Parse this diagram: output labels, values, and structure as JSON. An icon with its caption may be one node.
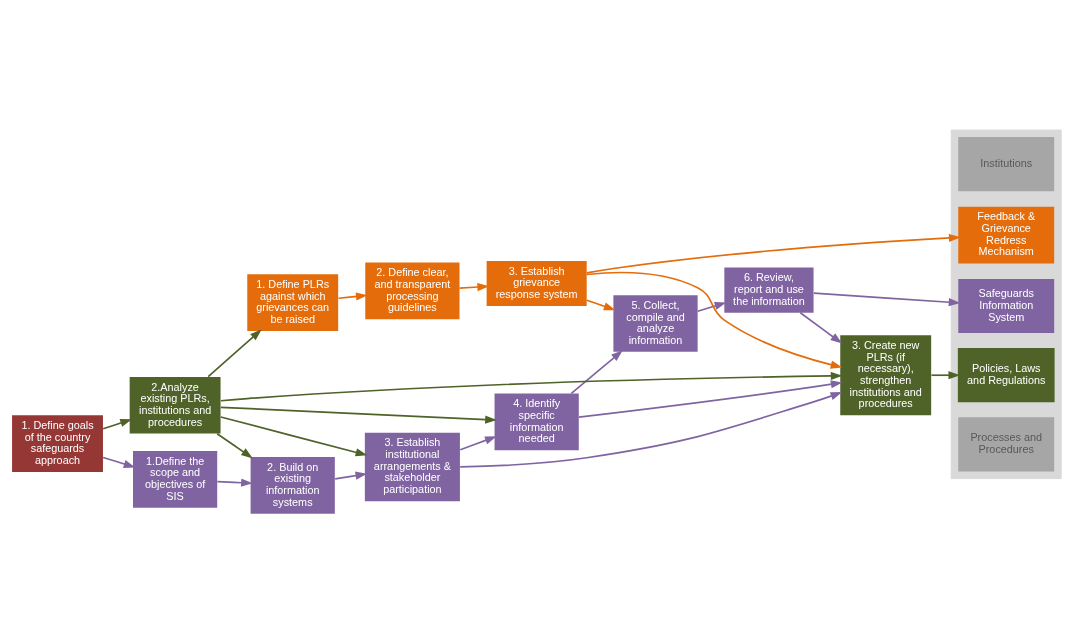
{
  "diagram": {
    "nodes": [
      {
        "text": [
          "1. Define goals of the country safeguards approach"
        ]
      },
      {
        "text": [
          "1.Define the scope and objectives of SIS"
        ]
      },
      {
        "text": [
          "2. Build on existing information systems"
        ]
      },
      {
        "text": [
          "3. Establish institutional arrangements & stakeholder participation"
        ]
      },
      {
        "text": [
          "4. Identify specific information needed"
        ]
      },
      {
        "text": [
          "5. Collect, compile and analyze information"
        ]
      },
      {
        "text": [
          "6. Review, report and use the information"
        ]
      },
      {
        "text": [
          "2.Analyze existing PLRs, institutions and procedures"
        ]
      },
      {
        "text": [
          "3. Create new PLRs (if necessary), strengthen institutions and procedures"
        ]
      },
      {
        "text": [
          "1. Define PLRs against which grievances can be raised"
        ]
      },
      {
        "text": [
          "2. Define clear, and transparent processing guidelines"
        ]
      },
      {
        "text": [
          "3. Establish grievance response system"
        ]
      },
      {
        "text": [],
        "shape": "box"
      },
      {
        "text": [
          "Institutions"
        ],
        "in": 12
      },
      {
        "text": [
          "Safeguards Information System"
        ],
        "in": 12
      },
      {
        "text": [
          "Policies, Laws and Regulations"
        ],
        "in": 12
      },
      {
        "text": [
          "Feedback & Grievance Redress Mechanism"
        ],
        "in": 12
      },
      {
        "text": [
          "Processes and Procedures"
        ],
        "in": 12
      }
    ],
    "edges": [
      {
        "from": 0,
        "to": 1,
        "arrow": "to"
      },
      {
        "from": 1,
        "to": 2,
        "arrow": "to"
      },
      {
        "from": 2,
        "to": 3,
        "arrow": "to"
      },
      {
        "from": 3,
        "to": 4,
        "arrow": "to"
      },
      {
        "from": 4,
        "to": 5,
        "arrow": "to"
      },
      {
        "from": 5,
        "to": 6,
        "arrow": "to"
      },
      {
        "from": 6,
        "to": 14,
        "arrow": "to"
      },
      {
        "from": 0,
        "to": 7,
        "arrow": "to",
        "color": "#4f6228"
      },
      {
        "from": 7,
        "to": 2,
        "arrow": "to",
        "color": "#4f6228"
      },
      {
        "from": 7,
        "to": 3,
        "arrow": "to",
        "color": "#4f6228"
      },
      {
        "from": 7,
        "to": 4,
        "arrow": "to",
        "color": "#4f6228"
      },
      {
        "from": 7,
        "to": 8,
        "arrow": "to",
        "color": "#4f6228"
      },
      {
        "from": 3,
        "to": 8,
        "arrow": "to"
      },
      {
        "from": 4,
        "to": 8,
        "arrow": "to"
      },
      {
        "from": 6,
        "to": 8,
        "arrow": "to"
      },
      {
        "from": 8,
        "to": 15,
        "arrow": "to",
        "color": "#4f6228"
      },
      {
        "from": 7,
        "to": 9,
        "arrow": "to",
        "color": "#4f6228"
      },
      {
        "from": 9,
        "to": 10,
        "arrow": "to",
        "color": "#e46c0a"
      },
      {
        "from": 10,
        "to": 11,
        "arrow": "to",
        "color": "#e46c0a"
      },
      {
        "from": 11,
        "to": 8,
        "arrow": "to",
        "color": "#e46c0a"
      },
      {
        "from": 11,
        "to": 5,
        "arrow": "to",
        "color": "#e46c0a"
      },
      {
        "from": 11,
        "to": 16,
        "arrow": "to",
        "color": "#e46c0a"
      }
    ]
  }
}
